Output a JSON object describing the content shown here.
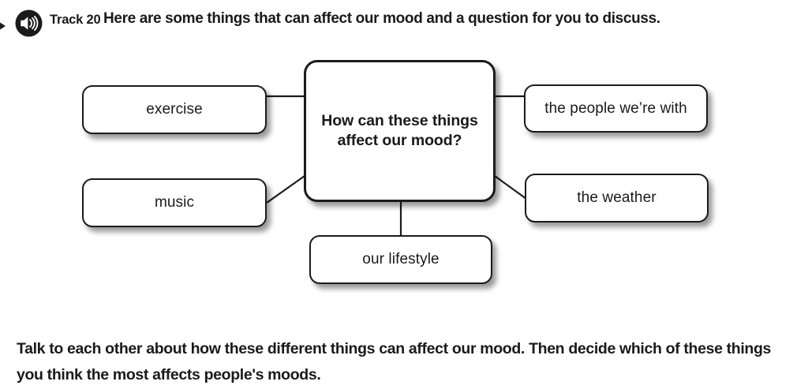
{
  "header": {
    "speaker_icon": "audio-speaker-icon",
    "arrow_marker_icon": "left-arrow-marker-icon",
    "track_label": "Track 20",
    "instruction": "Here are some things that can affect our mood and a question for you to discuss."
  },
  "mind_map": {
    "central_node": {
      "id": "central",
      "label": "How can these things affect our mood?"
    },
    "nodes": [
      {
        "id": "exercise",
        "label": "exercise"
      },
      {
        "id": "music",
        "label": "music"
      },
      {
        "id": "people",
        "label": "the people we’re with"
      },
      {
        "id": "weather",
        "label": "the weather"
      },
      {
        "id": "lifestyle",
        "label": "our lifestyle"
      }
    ],
    "connectors": [
      {
        "from": "central",
        "to": "exercise",
        "style": "horizontal"
      },
      {
        "from": "central",
        "to": "music",
        "style": "diagonal"
      },
      {
        "from": "central",
        "to": "people",
        "style": "horizontal"
      },
      {
        "from": "central",
        "to": "weather",
        "style": "diagonal"
      },
      {
        "from": "central",
        "to": "lifestyle",
        "style": "vertical"
      }
    ]
  },
  "footer": {
    "task_instruction": "Talk to each other about how these different things can affect our mood. Then decide which of these things you think the most affects people's moods."
  },
  "colors": {
    "page_background": "#ffffff",
    "text": "#1a1a1a",
    "node_border": "#1b1b1b",
    "node_fill": "#ffffff",
    "connector": "#1b1b1b",
    "icon_fill": "#1b1b1b"
  }
}
